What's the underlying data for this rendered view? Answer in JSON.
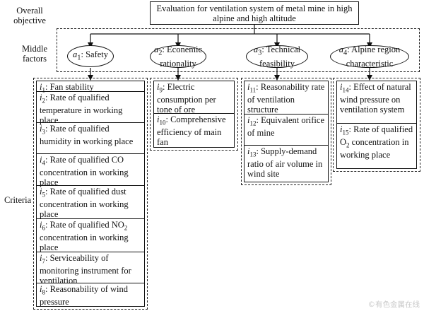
{
  "labels": {
    "overall": "Overall objective",
    "middle": "Middle factors",
    "criteria": "Criteria"
  },
  "objective": "Evaluation for ventilation system of metal mine in high alpine and high altitude",
  "factors": [
    {
      "code": "a",
      "sub": "1",
      "label": "Safety"
    },
    {
      "code": "a",
      "sub": "2",
      "label": "Econemic rationality"
    },
    {
      "code": "a",
      "sub": "3",
      "label": "Technical feasibility"
    },
    {
      "code": "a",
      "sub": "4",
      "label": "Alpine region characteristic"
    }
  ],
  "criteria": {
    "safety": [
      {
        "code": "i",
        "sub": "1",
        "text": "Fan stability"
      },
      {
        "code": "i",
        "sub": "2",
        "text": "Rate of qualified temperature in working place"
      },
      {
        "code": "i",
        "sub": "3",
        "text": "Rate of qualified humidity in working place"
      },
      {
        "code": "i",
        "sub": "4",
        "text": "Rate of qualified CO concentration in working place"
      },
      {
        "code": "i",
        "sub": "5",
        "text": "Rate of qualified dust concentration in working place"
      },
      {
        "code": "i",
        "sub": "6",
        "text": "Rate of qualified NO2 concentration in working place"
      },
      {
        "code": "i",
        "sub": "7",
        "text": "Serviceability of monitoring instrument for ventilation"
      },
      {
        "code": "i",
        "sub": "8",
        "text": "Reasonability of wind pressure"
      }
    ],
    "economic": [
      {
        "code": "i",
        "sub": "9",
        "text": "Electric consumption per tone of ore"
      },
      {
        "code": "i",
        "sub": "10",
        "text": "Comprehensive efficiency of main fan"
      }
    ],
    "technical": [
      {
        "code": "i",
        "sub": "11",
        "text": "Reasonability rate of ventilation structure"
      },
      {
        "code": "i",
        "sub": "12",
        "text": "Equivalent orifice of mine"
      },
      {
        "code": "i",
        "sub": "13",
        "text": "Supply-demand ratio of air volume in wind site"
      }
    ],
    "alpine": [
      {
        "code": "i",
        "sub": "14",
        "text": "Effect of natural wind pressure on ventilation system"
      },
      {
        "code": "i",
        "sub": "15",
        "text": "Rate of qualified O2 concentration in working place"
      }
    ]
  },
  "watermark": "©有色金属在线"
}
